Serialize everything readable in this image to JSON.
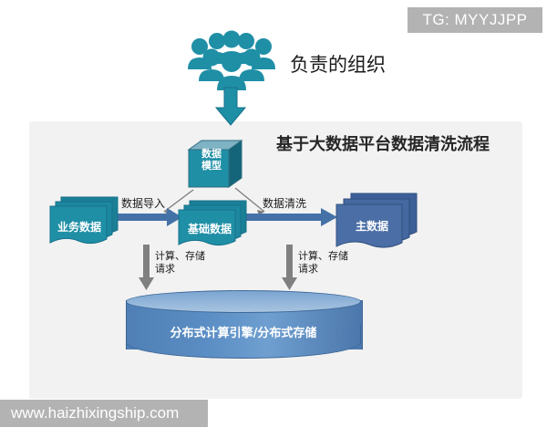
{
  "watermarks": {
    "telegram": "TG: MYYJJPP",
    "website": "www.haizhixingship.com"
  },
  "header": {
    "org_label": "负责的组织",
    "people_icon": "group-of-people-icon",
    "down_arrow_icon": "down-arrow-icon"
  },
  "panel": {
    "title": "基于大数据平台数据清洗流程"
  },
  "nodes": {
    "data_model": "数据模型",
    "data_model_line1": "数据",
    "data_model_line2": "模型",
    "business_data": "业务数据",
    "base_data": "基础数据",
    "master_data": "主数据",
    "storage": "分布式计算引擎/分布式存储"
  },
  "flow_labels": {
    "import": "数据导入",
    "cleansing": "数据清洗",
    "request_1_line1": "计算、存储",
    "request_1_line2": "请求",
    "request_2_line1": "计算、存储",
    "request_2_line2": "请求"
  },
  "colors": {
    "teal": "#1f8fa6",
    "teal_dark": "#17708a",
    "steel_blue": "#4472a8",
    "navy": "#44689f",
    "panel_bg": "#f2f2f2",
    "watermark_bg": "#b3b3b3",
    "cylinder_body": "#5b8ec4",
    "cylinder_top": "#a8c4e0"
  }
}
